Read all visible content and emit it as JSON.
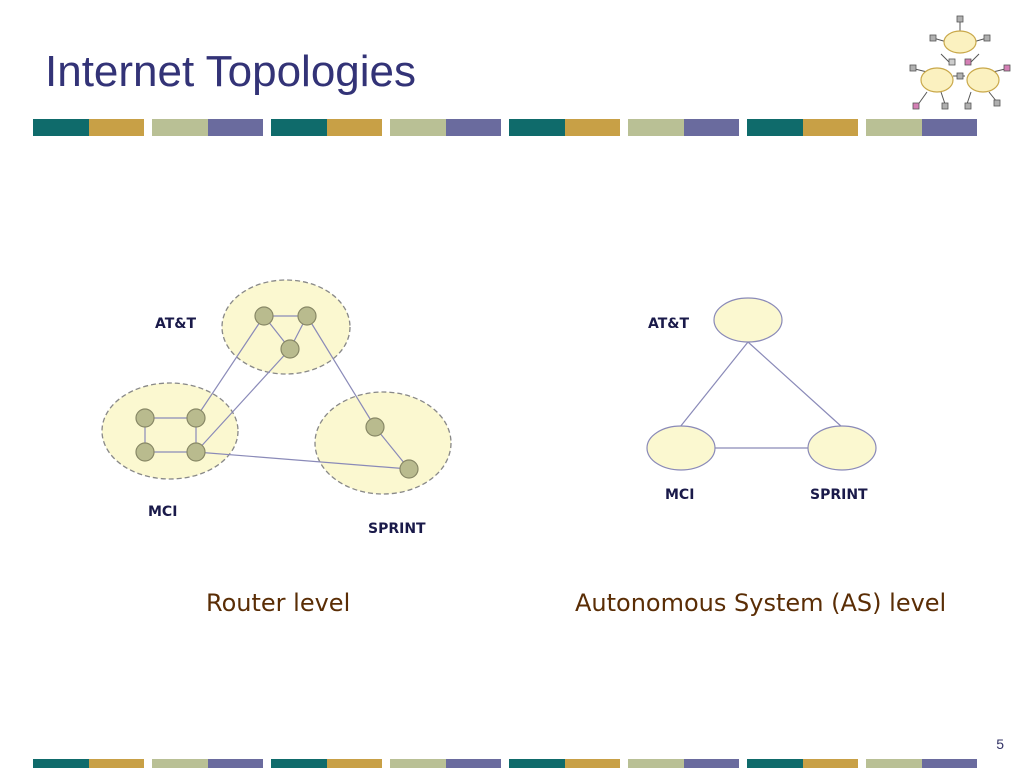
{
  "slide": {
    "title": "Internet Topologies",
    "page_number": "5"
  },
  "colors": {
    "title": "#333377",
    "stripe_palette": [
      "#0f6b6b",
      "#c8a046",
      "#b9c095",
      "#6a6b9e"
    ],
    "cloud_fill": "#fbf8d0",
    "router_fill": "#b9bb8e",
    "link_stroke": "#8a8ab8",
    "caption": "#5a2d05"
  },
  "router_level": {
    "caption": "Router level",
    "networks": [
      {
        "id": "att",
        "label": "AT&T"
      },
      {
        "id": "mci",
        "label": "MCI"
      },
      {
        "id": "sprint",
        "label": "SPRINT"
      }
    ]
  },
  "as_level": {
    "caption": "Autonomous System (AS) level",
    "nodes": [
      {
        "id": "att",
        "label": "AT&T"
      },
      {
        "id": "mci",
        "label": "MCI"
      },
      {
        "id": "sprint",
        "label": "SPRINT"
      }
    ]
  }
}
